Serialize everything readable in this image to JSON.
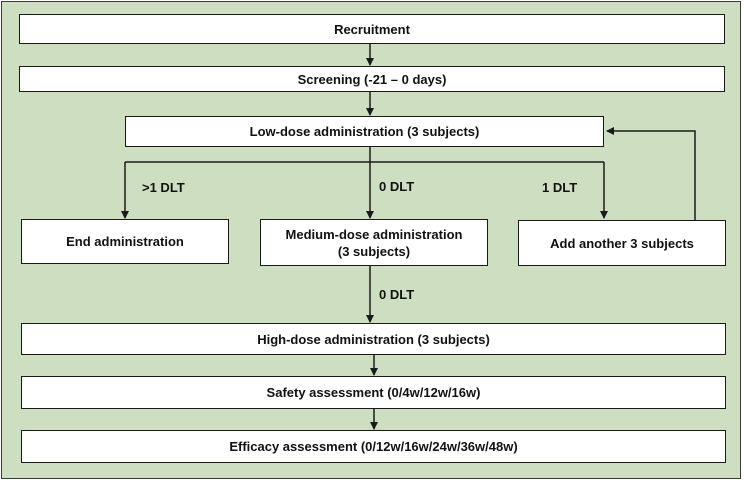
{
  "boxes": {
    "recruitment": "Recruitment",
    "screening": "Screening (-21 – 0 days)",
    "low_dose": "Low-dose administration (3 subjects)",
    "end_admin": "End administration",
    "medium_dose_line1": "Medium-dose administration",
    "medium_dose_line2": "(3 subjects)",
    "add_another": "Add another 3 subjects",
    "high_dose": "High-dose administration (3 subjects)",
    "safety": "Safety assessment (0/4w/12w/16w)",
    "efficacy": "Efficacy assessment (0/12w/16w/24w/36w/48w)"
  },
  "labels": {
    "gt1_dlt": ">1 DLT",
    "zero_dlt_low": "0 DLT",
    "one_dlt": "1 DLT",
    "zero_dlt_medium": "0 DLT"
  },
  "colors": {
    "background": "#cddfc0",
    "box_fill": "#ffffff",
    "line": "#1a1a1a"
  }
}
